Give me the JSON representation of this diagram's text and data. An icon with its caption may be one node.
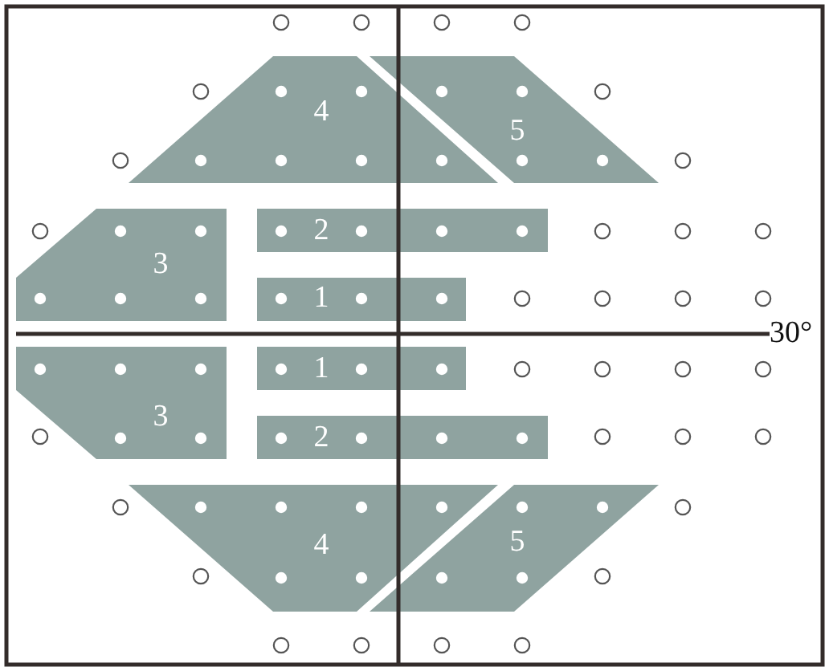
{
  "diagram": {
    "nodes": [
      {
        "text": [
          "4"
        ]
      },
      {
        "text": [
          "5"
        ]
      },
      {
        "text": [
          "3"
        ]
      },
      {
        "text": [
          "2"
        ]
      },
      {
        "text": [
          "1"
        ]
      },
      {
        "text": [
          "1"
        ]
      },
      {
        "text": [
          "3"
        ]
      },
      {
        "text": [
          "2"
        ]
      },
      {
        "text": [
          "4"
        ]
      },
      {
        "text": [
          "5"
        ]
      }
    ],
    "labels": [
      "30°"
    ]
  }
}
